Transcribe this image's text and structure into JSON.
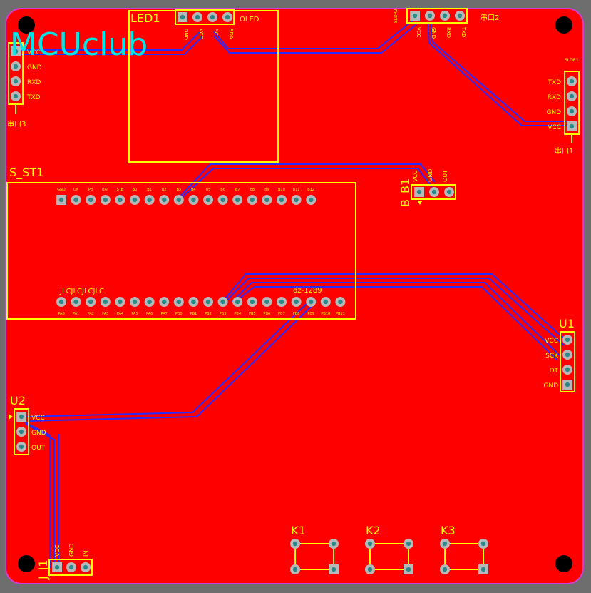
{
  "logo": "MCUclub",
  "colors": {
    "background": "#6e6e6e",
    "board": "#ff0000",
    "outline": "#d040d0",
    "silkscreen": "#ffff00",
    "trace": "#2a2aff",
    "logo": "#00e5e5"
  },
  "components": {
    "led1": {
      "designator": "LED1",
      "name": "OLED",
      "pins": [
        "GND",
        "VCC",
        "SCL",
        "SDA"
      ]
    },
    "uart2": {
      "designator": "串口2",
      "part": "SLDR2",
      "pins": [
        "VCC",
        "GND",
        "RXD",
        "TXD"
      ]
    },
    "uart3": {
      "designator": "串口3",
      "pins": [
        "VCC",
        "GND",
        "RXD",
        "TXD"
      ]
    },
    "uart1": {
      "designator": "串口1",
      "part": "SLDR1",
      "pins": [
        "TXD",
        "RXD",
        "GND",
        "VCC"
      ]
    },
    "s_st1": {
      "designator": "S_ST1",
      "title": "dz-1289",
      "silk_text": "JLCJLCJLCJLC",
      "top_pins": [
        "GND",
        "ON",
        "PB",
        "BAT",
        "STB",
        "B0",
        "B1",
        "B2",
        "B3",
        "B4",
        "B5",
        "B6",
        "B7",
        "B8",
        "B9",
        "B10",
        "B11",
        "B12"
      ],
      "bottom_pins": [
        "PA0",
        "PA1",
        "PA2",
        "PA3",
        "PA4",
        "PA5",
        "PA6",
        "PA7",
        "PB0",
        "PB1",
        "PB2",
        "PB3",
        "PB4",
        "PB5",
        "PB6",
        "PB7",
        "PB8",
        "PB9",
        "PB10",
        "PB11"
      ]
    },
    "b_b1": {
      "designator": "B_B1",
      "pins": [
        "VCC",
        "GND",
        "OUT"
      ]
    },
    "u1": {
      "designator": "U1",
      "pins": [
        "VCC",
        "SCK",
        "DT",
        "GND"
      ]
    },
    "u2": {
      "designator": "U2",
      "pins": [
        "VCC",
        "GND",
        "OUT"
      ]
    },
    "j_j1": {
      "designator": "J_J1",
      "pins": [
        "VCC",
        "GND",
        "IN"
      ]
    },
    "buttons": [
      "K1",
      "K2",
      "K3"
    ]
  }
}
